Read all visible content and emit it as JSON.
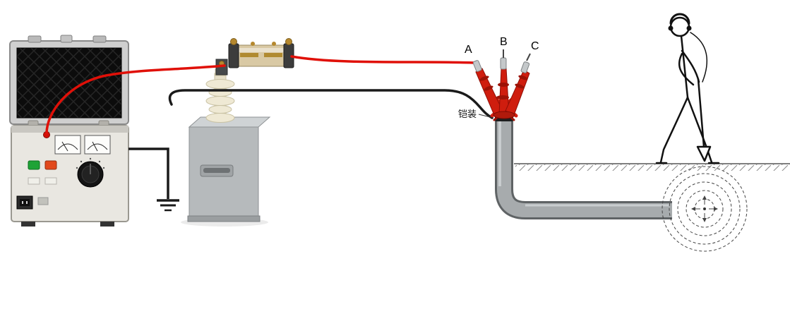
{
  "scene": {
    "phase_labels": {
      "a": "A",
      "b": "B",
      "c": "C"
    },
    "armor_label": "铠装",
    "colors": {
      "hv_wire": "#e01008",
      "ground_wire": "#1a1a1a",
      "sheath_wire": "#1a1a1a",
      "termination_red": "#cf1d0e",
      "termination_dark": "#9c1206",
      "pipe_gray": "#a7abad",
      "pipe_edge": "#5f6365",
      "insulator_cream": "#efe9d4",
      "transformer_gray": "#b6babc",
      "transformer_top": "#cfd3d5",
      "foam_black": "#0c0c0c",
      "button_green": "#1fa336",
      "button_red": "#e2491c",
      "brass": "#b5882e"
    }
  }
}
